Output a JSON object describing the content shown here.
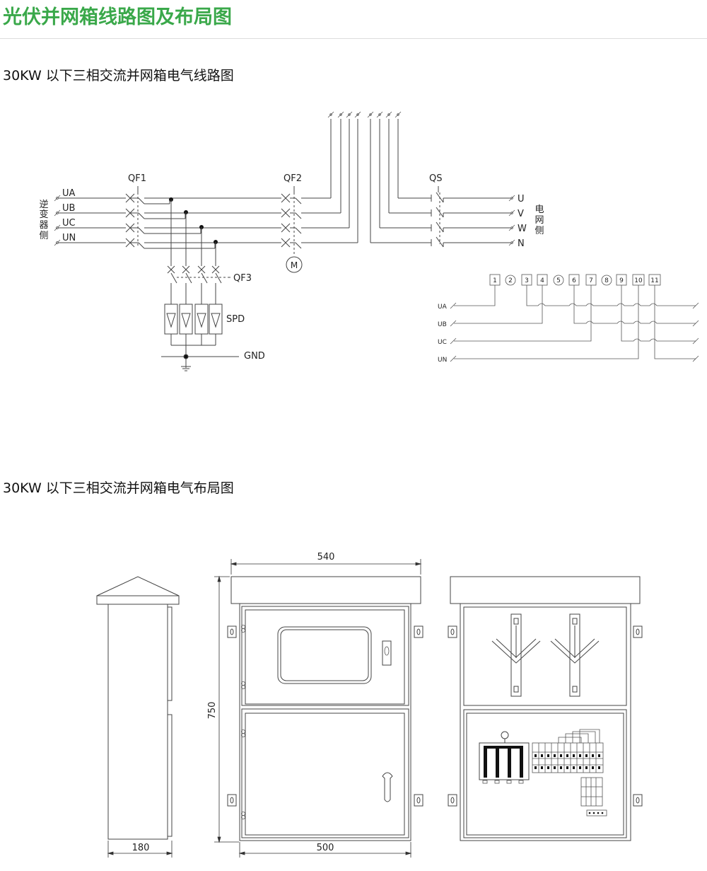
{
  "page": {
    "title": "光伏并网箱线路图及布局图",
    "section_circuit": "30KW 以下三相交流并网箱电气线路图",
    "section_layout": "30KW 以下三相交流并网箱电气布局图"
  },
  "circuit": {
    "inverter_side": [
      "逆",
      "变",
      "器",
      "侧"
    ],
    "grid_side": [
      "电",
      "网",
      "侧"
    ],
    "inputs": [
      "UA",
      "UB",
      "UC",
      "UN"
    ],
    "outputs": [
      "U",
      "V",
      "W",
      "N"
    ],
    "breakers": {
      "qf1": "QF1",
      "qf2": "QF2",
      "qf3": "QF3",
      "qs": "QS"
    },
    "meter": "M",
    "spd": "SPD",
    "ground": "GND"
  },
  "terminal_block": {
    "squares": [
      "1",
      "3",
      "4",
      "6",
      "7",
      "9",
      "10",
      "11"
    ],
    "circles": [
      "2",
      "5",
      "8"
    ],
    "lines": [
      "UA",
      "UB",
      "UC",
      "UN"
    ]
  },
  "layout": {
    "width_front": "540",
    "height": "750",
    "depth": "180",
    "width_body": "500"
  },
  "colors": {
    "title": "#3aa84a",
    "line": "#444444"
  }
}
